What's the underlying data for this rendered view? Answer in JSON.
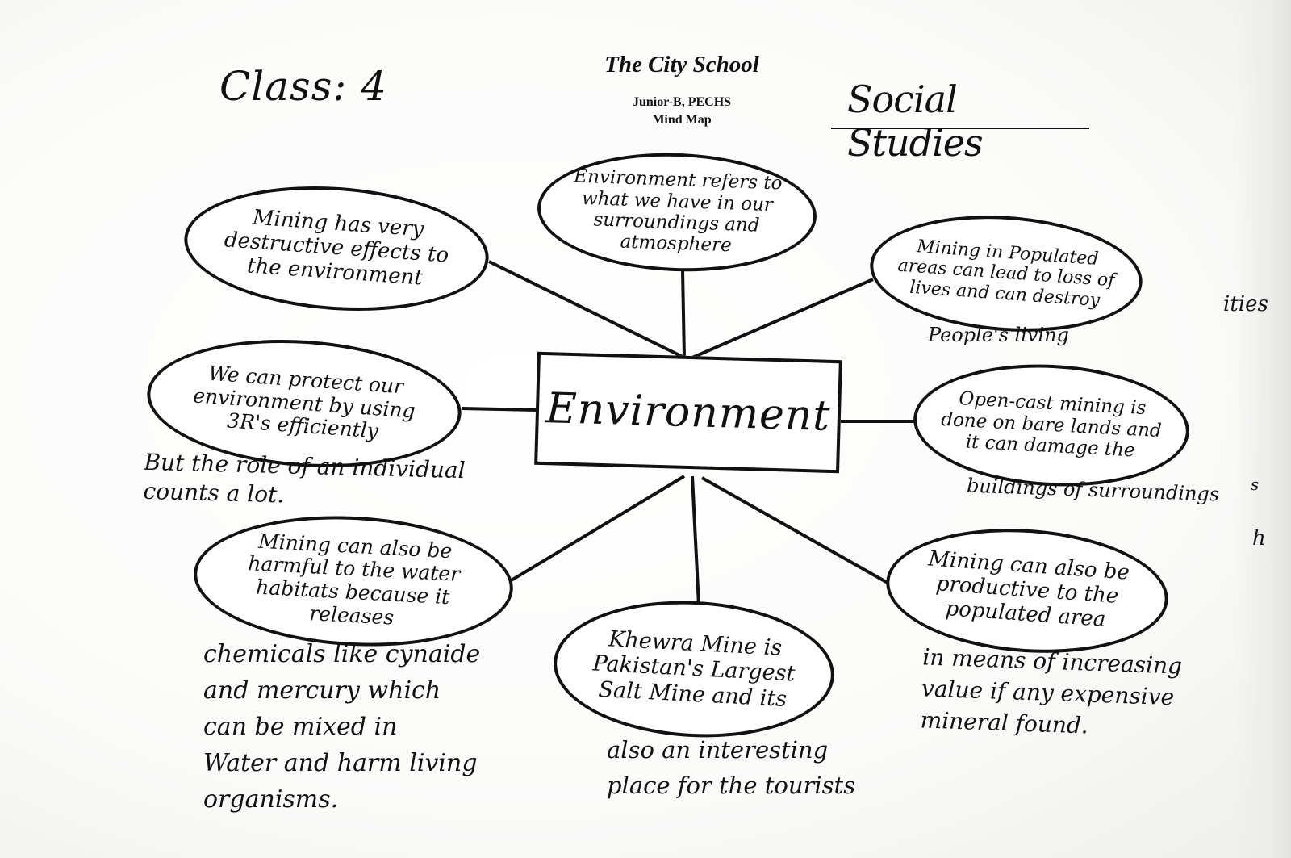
{
  "header": {
    "class_label": "Class: 4",
    "school_name": "The City School",
    "branch": "Junior-B, PECHS",
    "doc_type": "Mind Map",
    "subject": "Social Studies"
  },
  "center": {
    "label": "Environment"
  },
  "nodes": [
    {
      "id": "top",
      "text": "Environment refers to what we have in our surroundings and atmosphere"
    },
    {
      "id": "top-left",
      "text": "Mining has very destructive effects to the environment"
    },
    {
      "id": "top-right",
      "text": "Mining in Populated areas can lead to loss of lives and can destroy"
    },
    {
      "id": "left",
      "text": "We can protect our environment by using 3R's efficiently"
    },
    {
      "id": "right",
      "text": "Open-cast mining is done on bare lands and it can damage the"
    },
    {
      "id": "bottom-left",
      "text": "Mining can also be harmful to the water habitats because it releases"
    },
    {
      "id": "bottom",
      "text": "Khewra Mine is Pakistan's Largest Salt Mine and its"
    },
    {
      "id": "bottom-right",
      "text": "Mining can also be productive to the populated area"
    }
  ],
  "notes": {
    "top_right": "People's living",
    "left": "But the role of an individual\ncounts a lot.",
    "right": "buildings of surroundings",
    "bottom_left": "chemicals like cynaide\nand mercury which\ncan be mixed in\nWater and harm living\norganisms.",
    "bottom": "also an interesting\nplace for the tourists",
    "bottom_right": "in means of increasing\nvalue if any expensive\nmineral found."
  },
  "edge_fragments": {
    "a": "ities",
    "b": "s",
    "c": "h"
  }
}
